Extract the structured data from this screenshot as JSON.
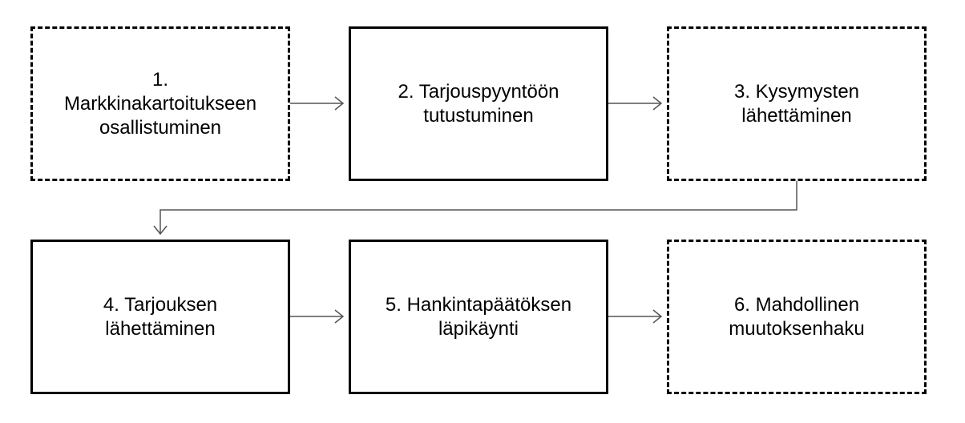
{
  "steps": [
    {
      "id": "1",
      "label": "1.\nMarkkinakartoitukseen\nosallistuminen",
      "style": "dashed"
    },
    {
      "id": "2",
      "label": "2. Tarjouspyyntöön\ntutustuminen",
      "style": "solid"
    },
    {
      "id": "3",
      "label": "3. Kysymysten\nlähettäminen",
      "style": "dashed"
    },
    {
      "id": "4",
      "label": "4. Tarjouksen\nlähettäminen",
      "style": "solid"
    },
    {
      "id": "5",
      "label": "5. Hankintapäätöksen\nläpikäynti",
      "style": "solid"
    },
    {
      "id": "6",
      "label": "6. Mahdollinen\nmuutoksenhaku",
      "style": "dashed"
    }
  ],
  "connections": [
    {
      "from": "1",
      "to": "2"
    },
    {
      "from": "2",
      "to": "3"
    },
    {
      "from": "3",
      "to": "4"
    },
    {
      "from": "4",
      "to": "5"
    },
    {
      "from": "5",
      "to": "6"
    }
  ],
  "colors": {
    "stroke": "#000000",
    "connector": "#555555",
    "background": "#ffffff"
  }
}
